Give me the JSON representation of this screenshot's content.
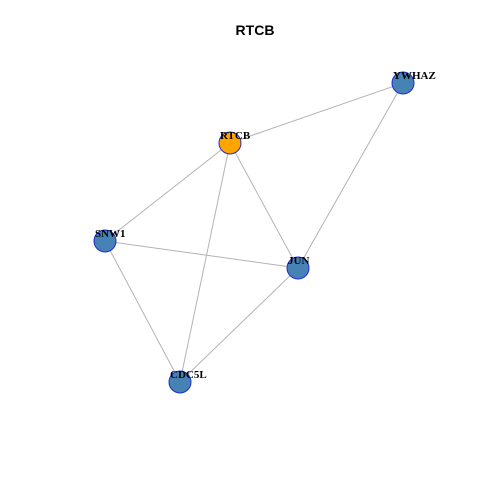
{
  "title": "RTCB",
  "colors": {
    "highlight": "#FFA500",
    "node": "#4682B4",
    "node_border": "#1f2bd6",
    "edge": "#b3b3b3"
  },
  "nodes": [
    {
      "id": "YWHAZ",
      "label": "YWHAZ",
      "highlight": false
    },
    {
      "id": "RTCB",
      "label": "RTCB",
      "highlight": true
    },
    {
      "id": "SNW1",
      "label": "SNW1",
      "highlight": false
    },
    {
      "id": "JUN",
      "label": "JUN",
      "highlight": false
    },
    {
      "id": "CDC5L",
      "label": "CDC5L",
      "highlight": false
    }
  ],
  "edges": [
    [
      "RTCB",
      "YWHAZ"
    ],
    [
      "YWHAZ",
      "JUN"
    ],
    [
      "RTCB",
      "SNW1"
    ],
    [
      "RTCB",
      "JUN"
    ],
    [
      "RTCB",
      "CDC5L"
    ],
    [
      "SNW1",
      "JUN"
    ],
    [
      "SNW1",
      "CDC5L"
    ],
    [
      "JUN",
      "CDC5L"
    ]
  ]
}
